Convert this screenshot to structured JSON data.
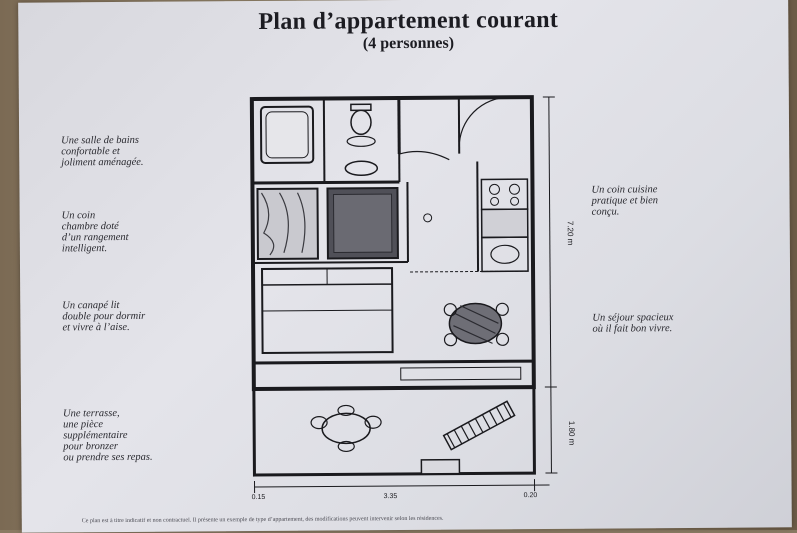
{
  "document": {
    "title": "Plan d’appartement courant",
    "subtitle": "(4 personnes)"
  },
  "notes_left": [
    "Une salle de bains\nconfortable et\njoliment aménagée.",
    "Un coin\nchambre doté\nd’un rangement\nintelligent.",
    "Un canapé lit\ndouble pour dormir\net vivre à l’aise.",
    "Une terrasse,\nune pièce\nsupplémentaire\npour bronzer\nou prendre ses repas."
  ],
  "notes_right": [
    "Un coin cuisine\npratique et bien\nconçu.",
    "Un séjour spacieux\noù il fait bon vivre."
  ],
  "dimensions": {
    "height_main": "7.20 m",
    "height_terrace": "1.80 m",
    "left_bottom": "0.15",
    "center_bottom": "3.35",
    "right_bottom": "0.20"
  },
  "footnote": "Ce plan est à titre indicatif et non contractuel. Il présente un exemple de type d’appartement, des modifications peuvent intervenir selon les résidences."
}
